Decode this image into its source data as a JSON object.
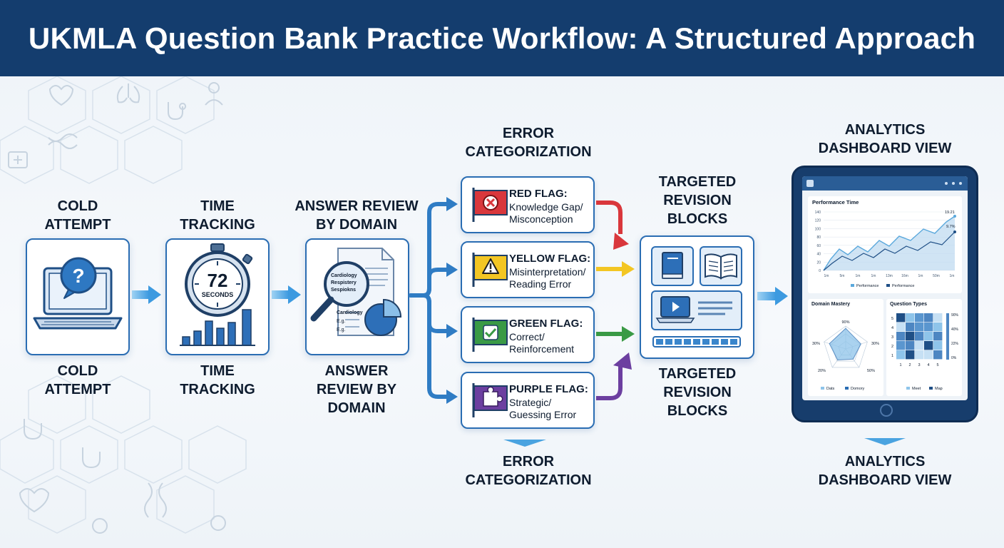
{
  "title": "UKMLA Question Bank Practice Workflow: A Structured Approach",
  "steps": {
    "cold": {
      "top_label": "COLD\nATTEMPT",
      "bottom_label": "COLD\nATTEMPT"
    },
    "time": {
      "top_label": "TIME\nTRACKING",
      "bottom_label": "TIME\nTRACKING",
      "timer_value": "72",
      "timer_unit": "SECONDS"
    },
    "review": {
      "top_label": "ANSWER REVIEW\nBY DOMAIN",
      "bottom_label": "ANSWER\nREVIEW BY\nDOMAIN",
      "doc_lines": [
        "Cardiology",
        "Respistery",
        "Sespiokns"
      ],
      "doc_lines2": [
        "Cardiology",
        "E.g.",
        "E.g."
      ]
    },
    "error": {
      "top_label": "ERROR\nCATEGORIZATION",
      "bottom_label": "ERROR\nCATEGORIZATION"
    },
    "revision": {
      "top_label": "TARGETED\nREVISION\nBLOCKS",
      "bottom_label": "TARGETED\nREVISION\nBLOCKS"
    },
    "analytics": {
      "top_label": "ANALYTICS\nDASHBOARD VIEW",
      "bottom_label": "ANALYTICS\nDASHBOARD VIEW"
    }
  },
  "flags": [
    {
      "title": "RED FLAG:",
      "desc1": "Knowledge Gap/",
      "desc2": "Misconception",
      "color": "#d9373c"
    },
    {
      "title": "YELLOW FLAG:",
      "desc1": "Misinterpretation/",
      "desc2": "Reading Error",
      "color": "#f3c623"
    },
    {
      "title": "GREEN FLAG:",
      "desc1": "Correct/",
      "desc2": "Reinforcement",
      "color": "#3a9a45"
    },
    {
      "title": "PURPLE FLAG:",
      "desc1": "Strategic/",
      "desc2": "Guessing Error",
      "color": "#6c3fa0"
    }
  ],
  "colors": {
    "header": "#143d6e",
    "accent": "#2a6db3",
    "arrow": "#4aa3e0"
  },
  "dashboard": {
    "performance_title": "Performance Time",
    "y_ticks": [
      "140",
      "120",
      "100",
      "80",
      "60",
      "40",
      "20",
      "0"
    ],
    "x_ticks": [
      "1m",
      "5m",
      "1m",
      "1m",
      "13m",
      "16m",
      "1m",
      "50m",
      "1m"
    ],
    "point_labels": [
      "19.21",
      "9.7%"
    ],
    "legend": [
      "Performance",
      "Performance"
    ],
    "domain_title": "Domain Mastery",
    "radar_labels": [
      "90%",
      "30%",
      "30%",
      "20%",
      "50%"
    ],
    "radar_legend": [
      "Dats",
      "Domory"
    ],
    "question_title": "Question Types",
    "heat_rows": [
      "5",
      "4",
      "3",
      "2",
      "1"
    ],
    "heat_cols": [
      "1",
      "2",
      "3",
      "4",
      "5"
    ],
    "heat_scale": [
      "90%",
      "40%",
      "22%",
      "0%"
    ],
    "heat_legend": [
      "Meet",
      "Map"
    ]
  }
}
